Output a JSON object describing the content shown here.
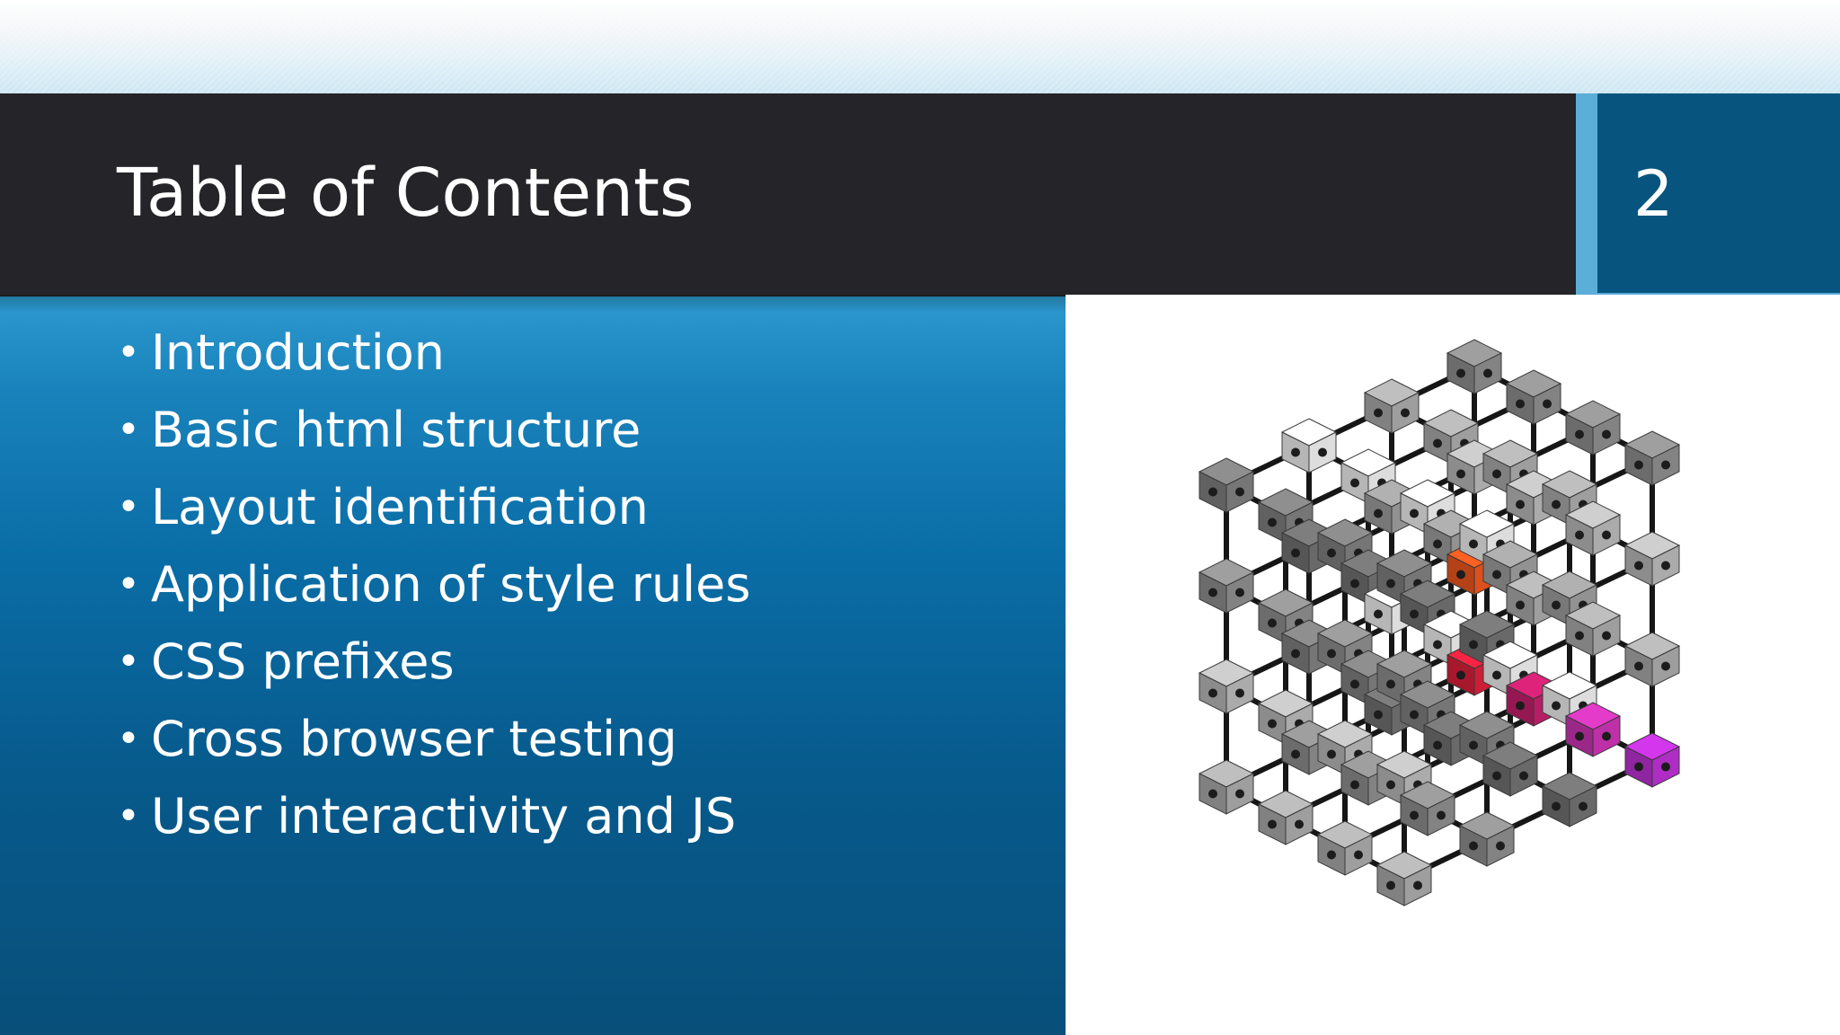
{
  "slide": {
    "title": "Table of Contents",
    "number": "2",
    "bullets": [
      "Introduction",
      "Basic html structure",
      "Layout identification",
      "Application of style rules",
      "CSS prefixes",
      "Cross browser testing",
      "User interactivity and JS"
    ],
    "bullet_glyph": "•",
    "image": {
      "subject": "molecule-cube-icon",
      "accent_colors": [
        "#e8541e",
        "#d81f3a",
        "#c01f6a",
        "#c733b0",
        "#b82fcf"
      ]
    }
  },
  "theme": {
    "title_bar_color": "#252428",
    "number_box_color": "#07557e",
    "content_gradient_top": "#2d9ad0",
    "content_gradient_bottom": "#084f7a",
    "text_color": "#ffffff"
  }
}
